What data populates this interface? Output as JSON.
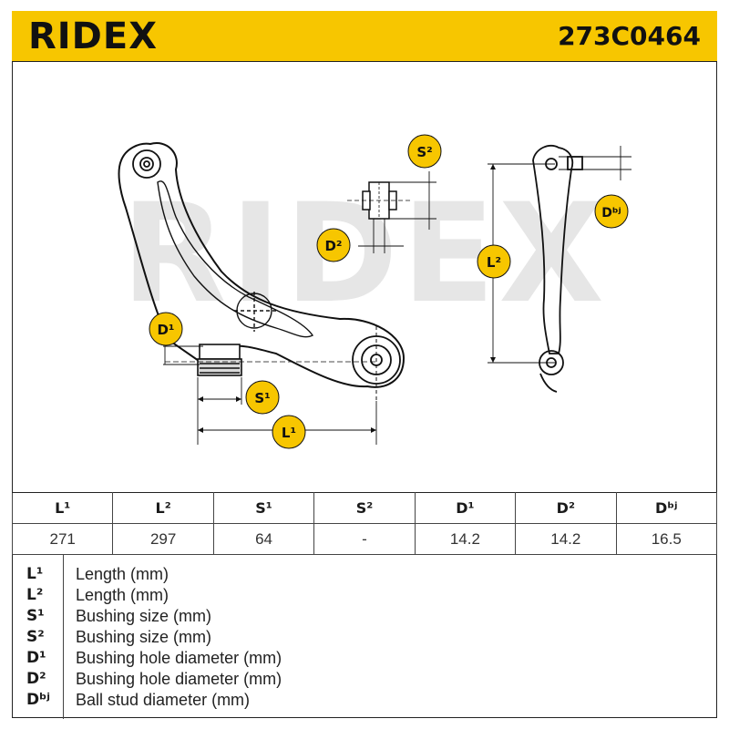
{
  "header": {
    "brand": "RIDEX",
    "part_number": "273C0464",
    "brand_color": "#f7c600"
  },
  "diagram": {
    "watermark": "RIDEX",
    "callouts": {
      "L1": "L¹",
      "L2": "L²",
      "S1": "S¹",
      "S2": "S²",
      "D1": "D¹",
      "D2": "D²",
      "Dbj": "Dᵇʲ"
    },
    "callout_color": "#f7c600"
  },
  "spec_table": {
    "headers": [
      "L¹",
      "L²",
      "S¹",
      "S²",
      "D¹",
      "D²",
      "Dᵇʲ"
    ],
    "values": [
      "271",
      "297",
      "64",
      "-",
      "14.2",
      "14.2",
      "16.5"
    ]
  },
  "legend": [
    {
      "code": "L¹",
      "desc": "Length (mm)"
    },
    {
      "code": "L²",
      "desc": "Length (mm)"
    },
    {
      "code": "S¹",
      "desc": "Bushing size (mm)"
    },
    {
      "code": "S²",
      "desc": "Bushing size (mm)"
    },
    {
      "code": "D¹",
      "desc": "Bushing hole diameter (mm)"
    },
    {
      "code": "D²",
      "desc": "Bushing hole diameter (mm)"
    },
    {
      "code": "Dᵇʲ",
      "desc": "Ball stud diameter (mm)"
    }
  ]
}
